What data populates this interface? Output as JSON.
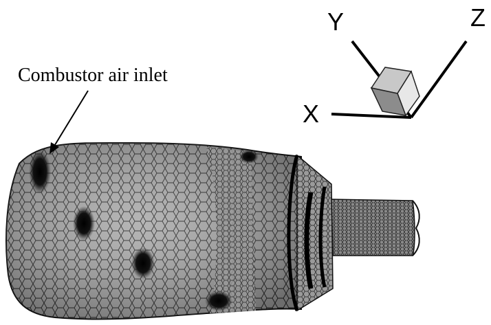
{
  "annotation": {
    "text": "Combustor air inlet"
  },
  "axes_triad": {
    "x_label": "X",
    "y_label": "Y",
    "z_label": "Z"
  }
}
